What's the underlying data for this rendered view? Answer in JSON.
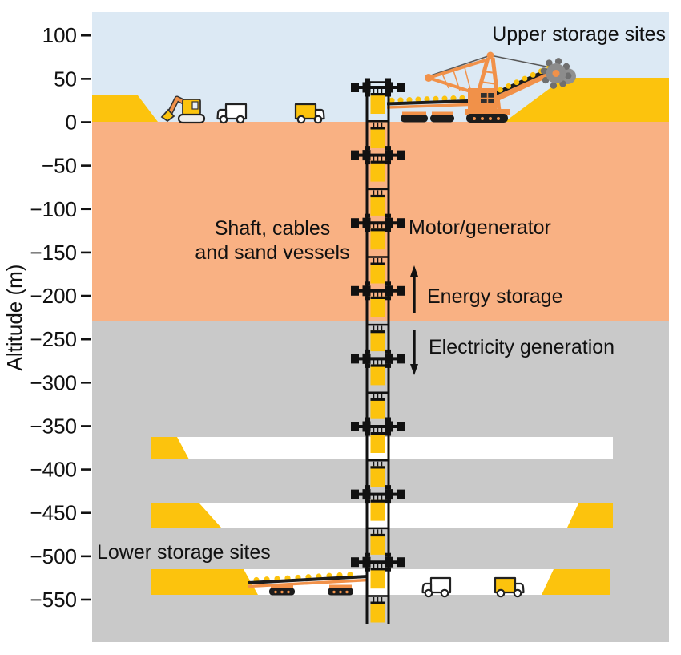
{
  "labels": {
    "upper_storage_sites": "Upper storage sites",
    "shaft_cables_line1": "Shaft, cables",
    "shaft_cables_line2": "and sand vessels",
    "motor_generator": "Motor/generator",
    "energy_storage": "Energy storage",
    "electricity_generation": "Electricity generation",
    "lower_storage_sites": "Lower storage sites"
  },
  "axis": {
    "label": "Altitude (m)",
    "tick_values": [
      100,
      50,
      0,
      -50,
      -100,
      -150,
      -200,
      -250,
      -300,
      -350,
      -400,
      -450,
      -500,
      -550
    ],
    "tick_labels": [
      "100",
      "50",
      "0",
      "−50",
      "−100",
      "−150",
      "−200",
      "−250",
      "−300",
      "−350",
      "−400",
      "−450",
      "−500",
      "−550"
    ]
  },
  "annotations": {
    "energy_storage_arrow_direction": "up",
    "electricity_generation_arrow_direction": "down"
  },
  "shaft": {
    "motor_module_count": 8,
    "sand_vessel_count": 16
  },
  "terrain": {
    "surface_altitude_m": 0,
    "soil_rock_boundary_altitude_m": -230,
    "lower_tunnel_altitudes_m": [
      -370,
      -450,
      -530
    ]
  },
  "colors": {
    "sky": "#dce9f4",
    "soil": "#f9b183",
    "rock": "#c9c9c9",
    "sand": "#fcc30d",
    "machine": "#f19149",
    "ink": "#111111",
    "tunnel": "#ffffff"
  }
}
